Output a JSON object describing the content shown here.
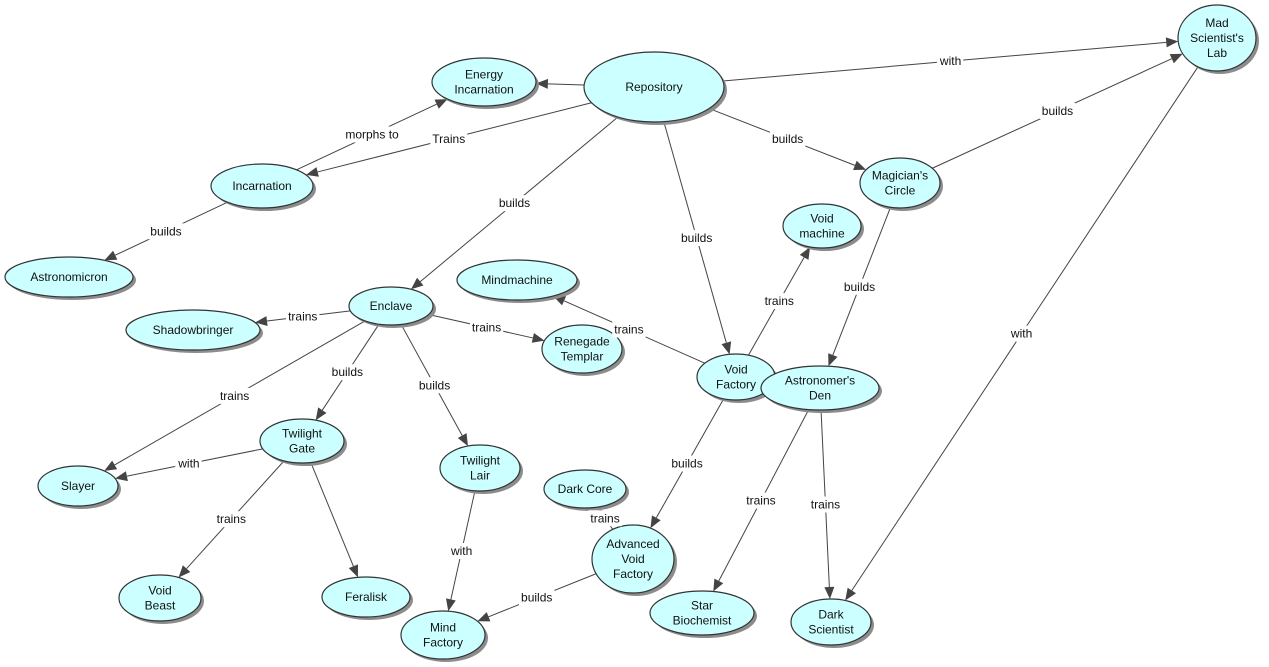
{
  "nodes": [
    {
      "id": "repository",
      "lines": [
        "Repository"
      ]
    },
    {
      "id": "energy-incarnation",
      "lines": [
        "Energy",
        "Incarnation"
      ]
    },
    {
      "id": "mad-scientists-lab",
      "lines": [
        "Mad",
        "Scientist's",
        "Lab"
      ]
    },
    {
      "id": "incarnation",
      "lines": [
        "Incarnation"
      ]
    },
    {
      "id": "astronomicron",
      "lines": [
        "Astronomicron"
      ]
    },
    {
      "id": "magicians-circle",
      "lines": [
        "Magician's",
        "Circle"
      ]
    },
    {
      "id": "void-machine",
      "lines": [
        "Void",
        "machine"
      ]
    },
    {
      "id": "mindmachine",
      "lines": [
        "Mindmachine"
      ]
    },
    {
      "id": "enclave",
      "lines": [
        "Enclave"
      ]
    },
    {
      "id": "shadowbringer",
      "lines": [
        "Shadowbringer"
      ]
    },
    {
      "id": "renegade-templar",
      "lines": [
        "Renegade",
        "Templar"
      ]
    },
    {
      "id": "void-factory",
      "lines": [
        "Void",
        "Factory"
      ]
    },
    {
      "id": "astronomers-den",
      "lines": [
        "Astronomer's",
        "Den"
      ]
    },
    {
      "id": "twilight-gate",
      "lines": [
        "Twilight",
        "Gate"
      ]
    },
    {
      "id": "slayer",
      "lines": [
        "Slayer"
      ]
    },
    {
      "id": "twilight-lair",
      "lines": [
        "Twilight",
        "Lair"
      ]
    },
    {
      "id": "dark-core",
      "lines": [
        "Dark Core"
      ]
    },
    {
      "id": "advanced-void-factory",
      "lines": [
        "Advanced",
        "Void",
        "Factory"
      ]
    },
    {
      "id": "void-beast",
      "lines": [
        "Void",
        "Beast"
      ]
    },
    {
      "id": "feralisk",
      "lines": [
        "Feralisk"
      ]
    },
    {
      "id": "mind-factory",
      "lines": [
        "Mind",
        "Factory"
      ]
    },
    {
      "id": "star-biochemist",
      "lines": [
        "Star",
        "Biochemist"
      ]
    },
    {
      "id": "dark-scientist",
      "lines": [
        "Dark",
        "Scientist"
      ]
    }
  ],
  "edges": [
    {
      "from": "repository",
      "to": "energy-incarnation",
      "label": ""
    },
    {
      "from": "repository",
      "to": "mad-scientists-lab",
      "label": "with"
    },
    {
      "from": "repository",
      "to": "incarnation",
      "label": "Trains"
    },
    {
      "from": "incarnation",
      "to": "energy-incarnation",
      "label": "morphs to"
    },
    {
      "from": "incarnation",
      "to": "astronomicron",
      "label": "builds"
    },
    {
      "from": "repository",
      "to": "magicians-circle",
      "label": "builds"
    },
    {
      "from": "magicians-circle",
      "to": "mad-scientists-lab",
      "label": "builds"
    },
    {
      "from": "repository",
      "to": "enclave",
      "label": "builds"
    },
    {
      "from": "repository",
      "to": "void-factory",
      "label": "builds"
    },
    {
      "from": "void-factory",
      "to": "void-machine",
      "label": "trains"
    },
    {
      "from": "void-factory",
      "to": "mindmachine",
      "label": "trains"
    },
    {
      "from": "magicians-circle",
      "to": "astronomers-den",
      "label": "builds"
    },
    {
      "from": "mad-scientists-lab",
      "to": "dark-scientist",
      "label": "with"
    },
    {
      "from": "enclave",
      "to": "shadowbringer",
      "label": "trains"
    },
    {
      "from": "enclave",
      "to": "renegade-templar",
      "label": "trains"
    },
    {
      "from": "enclave",
      "to": "slayer",
      "label": "trains"
    },
    {
      "from": "enclave",
      "to": "twilight-gate",
      "label": "builds"
    },
    {
      "from": "enclave",
      "to": "twilight-lair",
      "label": "builds"
    },
    {
      "from": "twilight-gate",
      "to": "slayer",
      "label": "with"
    },
    {
      "from": "twilight-gate",
      "to": "void-beast",
      "label": "trains"
    },
    {
      "from": "twilight-gate",
      "to": "feralisk",
      "label": ""
    },
    {
      "from": "twilight-lair",
      "to": "mind-factory",
      "label": "with"
    },
    {
      "from": "void-factory",
      "to": "advanced-void-factory",
      "label": "builds"
    },
    {
      "from": "advanced-void-factory",
      "to": "dark-core",
      "label": "trains"
    },
    {
      "from": "advanced-void-factory",
      "to": "mind-factory",
      "label": "builds"
    },
    {
      "from": "astronomers-den",
      "to": "star-biochemist",
      "label": "trains"
    },
    {
      "from": "astronomers-den",
      "to": "dark-scientist",
      "label": "trains"
    }
  ]
}
